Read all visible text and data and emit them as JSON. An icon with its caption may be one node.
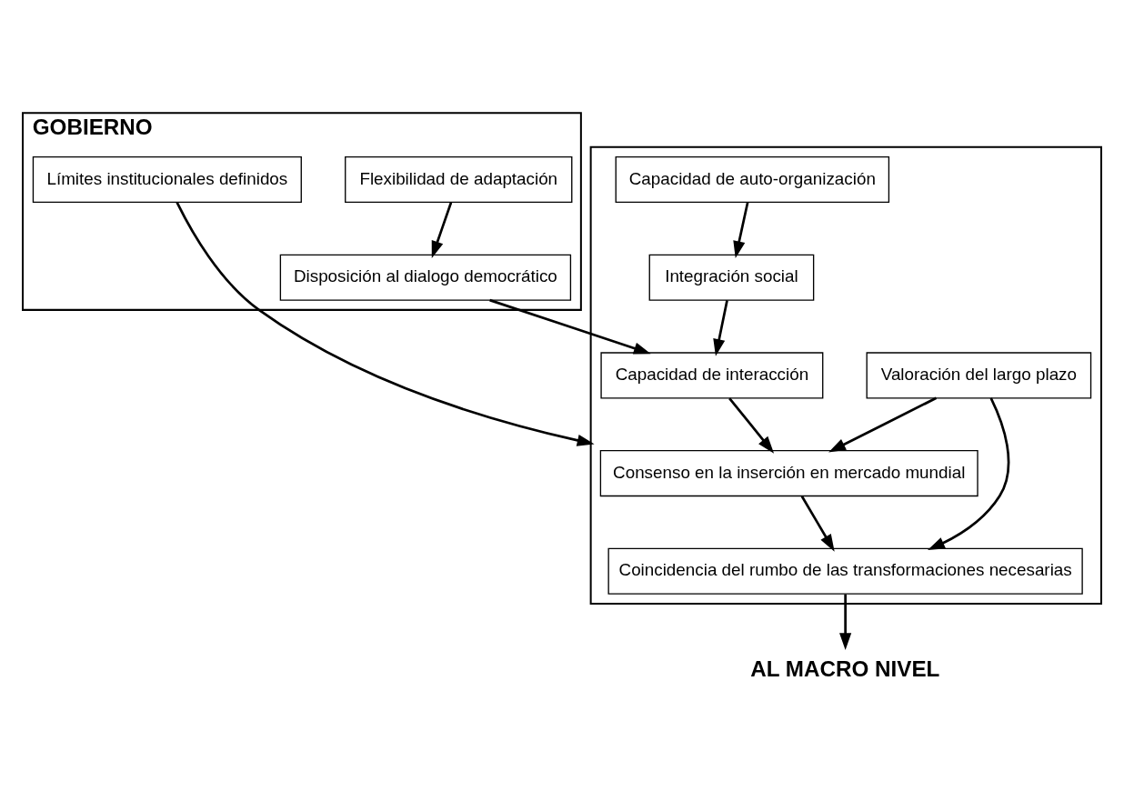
{
  "diagram": {
    "nodes": [
      {
        "text": [
          "GOBIERNO"
        ]
      },
      {
        "text": [
          "Límites institucionales definidos"
        ],
        "in": 0
      },
      {
        "text": [
          "Disposición al dialogo democrático"
        ],
        "in": 0
      },
      {
        "text": [
          "Flexibilidad de adaptación"
        ],
        "in": 0
      },
      {
        "text": [],
        "shape": "box"
      },
      {
        "text": [
          "Capacidad de auto-organización"
        ],
        "in": 4
      },
      {
        "text": [
          "Integración social"
        ],
        "in": 4
      },
      {
        "text": [
          "Capacidad de interacción"
        ],
        "in": 4
      },
      {
        "text": [
          "Consenso en la inserción en mercado mundial"
        ],
        "in": 4
      },
      {
        "text": [
          "Coincidencia del rumbo de las transformaciones necesarias"
        ],
        "in": 4
      },
      {
        "text": [
          "Valoración del largo plazo"
        ],
        "in": 4
      },
      {
        "text": [
          "AL MACRO NIVEL"
        ]
      }
    ],
    "edges": [
      {
        "from": 3,
        "to": 2,
        "arrow": "to"
      },
      {
        "from": 1,
        "to": 4,
        "arrow": "to"
      },
      {
        "from": 2,
        "to": 7,
        "arrow": "to"
      },
      {
        "from": 5,
        "to": 6,
        "arrow": "to"
      },
      {
        "from": 6,
        "to": 7,
        "arrow": "to"
      },
      {
        "from": 7,
        "to": 8,
        "arrow": "to"
      },
      {
        "from": 8,
        "to": 9,
        "arrow": "to"
      },
      {
        "from": 10,
        "to": 9,
        "arrow": "to"
      },
      {
        "from": 10,
        "to": 8,
        "arrow": "to"
      },
      {
        "from": 9,
        "to": 11,
        "arrow": "to"
      }
    ]
  }
}
